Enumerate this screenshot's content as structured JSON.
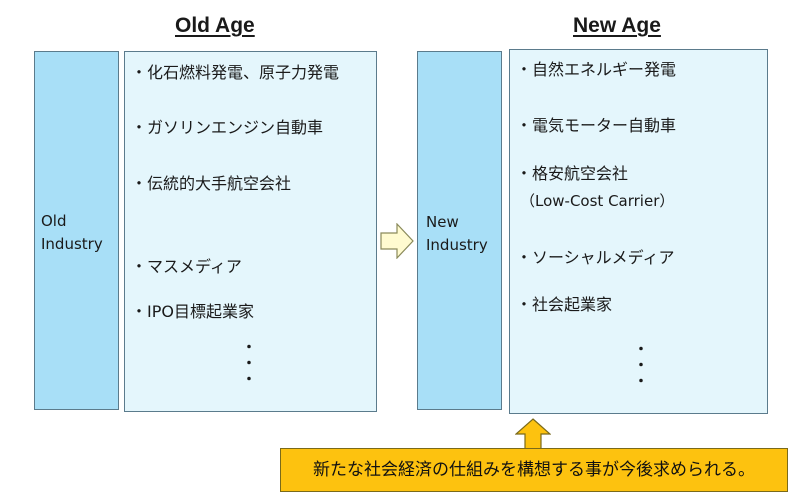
{
  "old_age": {
    "heading": "Old Age",
    "industry_label": [
      "Old",
      "Industry"
    ],
    "items": [
      "・化石燃料発電、原子力発電",
      "・ガソリンエンジン自動車",
      "・伝統的大手航空会社",
      "・マスメディア",
      "・IPO目標起業家"
    ],
    "ellipsis": [
      "・",
      "・",
      "・"
    ]
  },
  "new_age": {
    "heading": "New Age",
    "industry_label": [
      "New",
      "Industry"
    ],
    "items": [
      "・自然エネルギー発電",
      "・電気モーター自動車",
      "・格安航空会社",
      "（Low-Cost Carrier）",
      "・ソーシャルメディア",
      "・社会起業家"
    ],
    "ellipsis": [
      "・",
      "・",
      "・"
    ]
  },
  "note": "新たな社会経済の仕組みを構想する事が今後求められる。",
  "colors": {
    "industry_box": "#a8dff7",
    "list_box": "#e4f6fc",
    "arrow_fill": "#fffbd0",
    "arrow_up_fill": "#fdc20f",
    "note_fill": "#fdc20f"
  }
}
